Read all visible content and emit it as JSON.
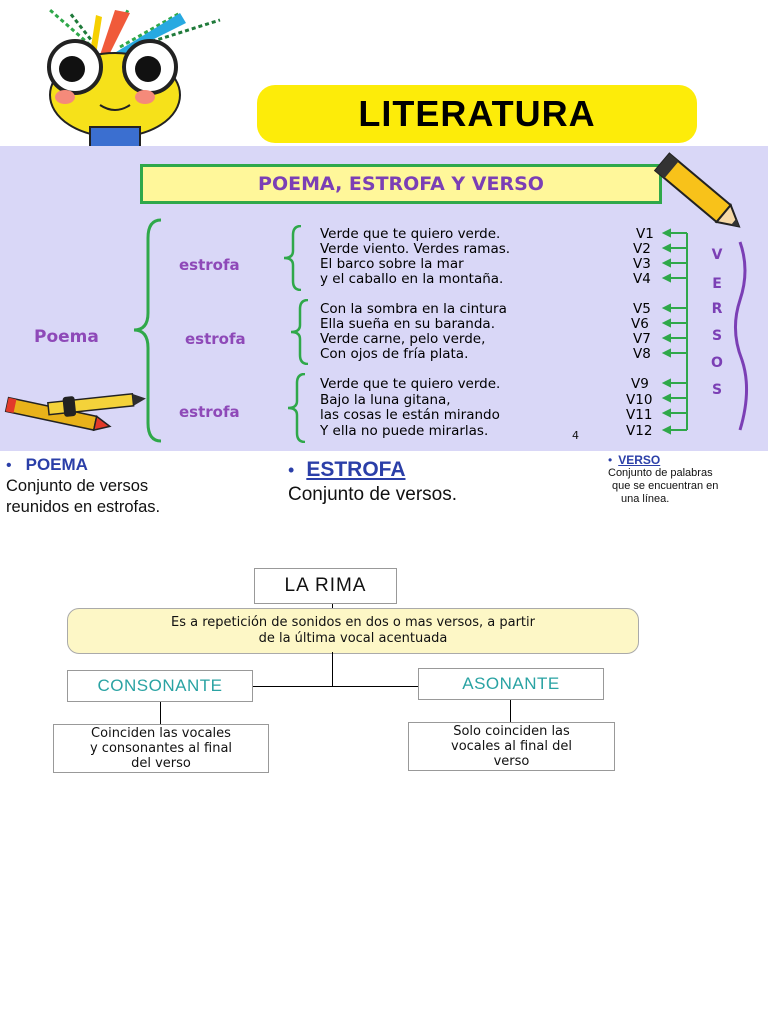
{
  "header": {
    "title": "LITERATURA"
  },
  "diagram": {
    "title": "POEMA, ESTROFA Y VERSO",
    "poem_label": "Poema",
    "estrofa_label": "estrofa",
    "verses": [
      {
        "text": "Verde que te quiero verde.",
        "num": "V1"
      },
      {
        "text": "Verde viento. Verdes ramas.",
        "num": "V2"
      },
      {
        "text": "El barco sobre la mar",
        "num": "V3"
      },
      {
        "text": "y el caballo en la montaña.",
        "num": "V4"
      },
      {
        "text": "Con la sombra en la cintura",
        "num": "V5"
      },
      {
        "text": "Ella sueña en su baranda.",
        "num": "V6"
      },
      {
        "text": "Verde carne, pelo verde,",
        "num": "V7"
      },
      {
        "text": "Con ojos de fría plata.",
        "num": "V8"
      },
      {
        "text": "Verde que te quiero verde.",
        "num": "V9"
      },
      {
        "text": "Bajo la luna gitana,",
        "num": "V10"
      },
      {
        "text": "las cosas le están mirando",
        "num": "V11"
      },
      {
        "text": "Y ella no puede mirarlas.",
        "num": "V12"
      }
    ],
    "side_word_letters": [
      "V",
      "E",
      "R",
      "S",
      "O",
      "S"
    ],
    "page_number": "4"
  },
  "definitions": {
    "poema": {
      "bullet": "•",
      "title": "POEMA",
      "text_line1": "Conjunto de versos",
      "text_line2": "reunidos  en estrofas."
    },
    "estrofa": {
      "bullet": "•",
      "title": "ESTROFA",
      "text": "Conjunto de versos."
    },
    "verso": {
      "bullet": "•",
      "title": "VERSO",
      "text_line1": "Conjunto de palabras",
      "text_line2": "que se encuentran en",
      "text_line3": "una línea."
    }
  },
  "rima": {
    "title": "LA RIMA",
    "definition_line1": "Es a repetición de sonidos en dos o mas versos, a partir",
    "definition_line2": "de la última vocal acentuada",
    "consonante": {
      "label": "CONSONANTE",
      "line1": "Coinciden las vocales",
      "line2": "y consonantes al final",
      "line3": "del verso"
    },
    "asonante": {
      "label": "ASONANTE",
      "line1": "Solo coinciden las",
      "line2": "vocales al final del",
      "line3": "verso"
    }
  },
  "colors": {
    "header_yellow": "#fdec09",
    "panel_lavender": "#d9d7f7",
    "purple_text": "#8e49b8",
    "green_border": "#2fa84a",
    "teal_label": "#2aa3a3",
    "def_blue": "#2b3fa8"
  },
  "icons": [
    "cartoon-mascot-icon",
    "pencil-icon",
    "crayons-icon"
  ]
}
